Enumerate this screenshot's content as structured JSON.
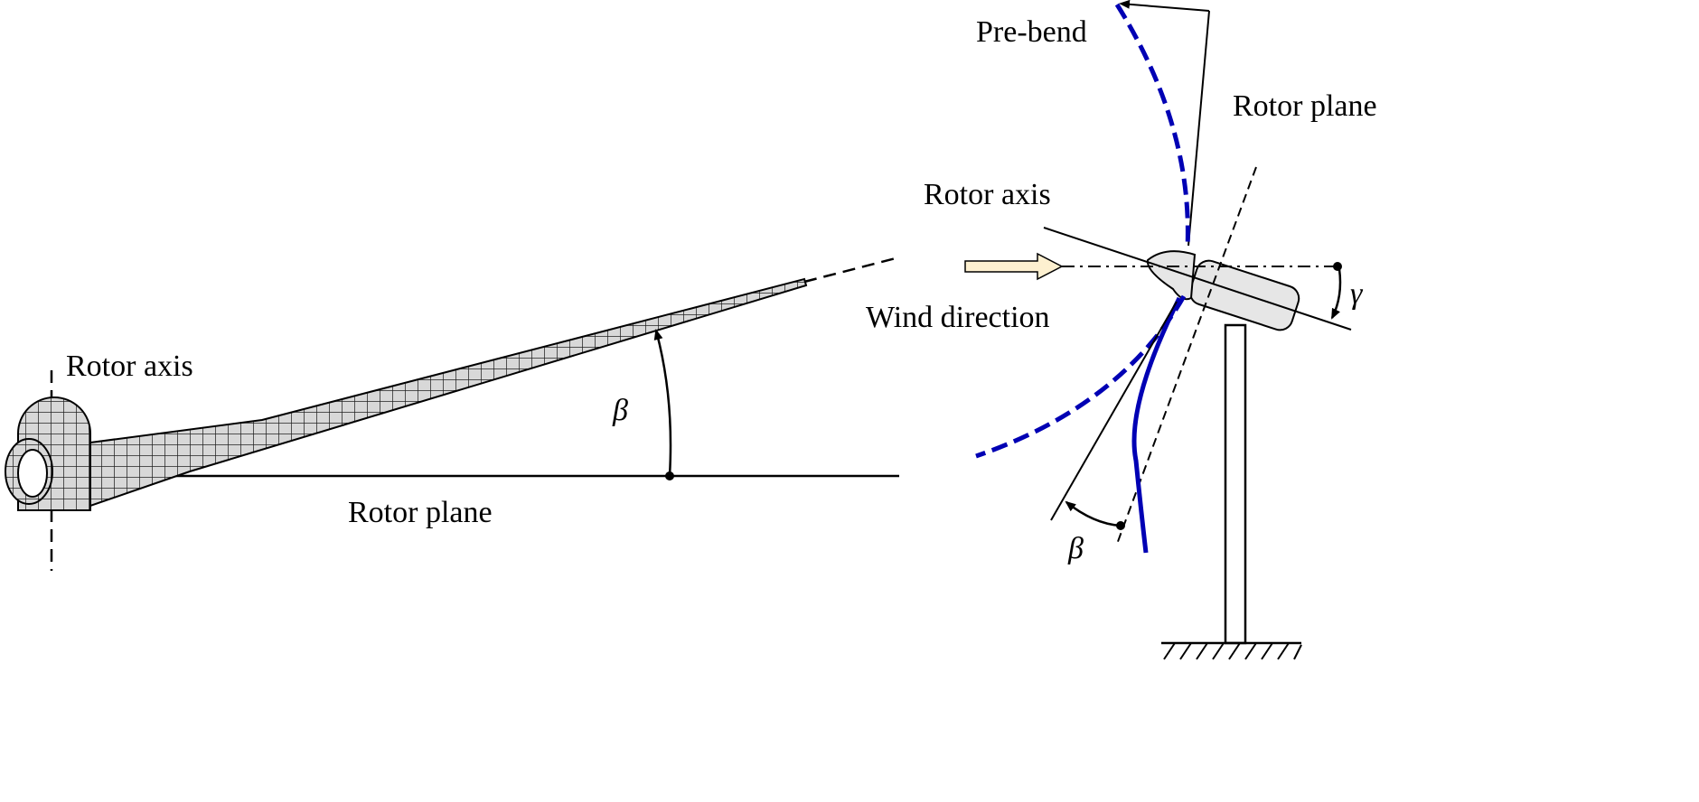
{
  "left_figure": {
    "rotor_axis_label": "Rotor axis",
    "rotor_plane_label": "Rotor plane",
    "angle_label": "β"
  },
  "right_figure": {
    "pre_bend_label": "Pre-bend",
    "rotor_plane_label": "Rotor plane",
    "rotor_axis_label": "Rotor axis",
    "wind_direction_label": "Wind direction",
    "tilt_angle_label": "γ",
    "cone_angle_label": "β"
  },
  "colors": {
    "blade_curve": "#0000b4",
    "wind_arrow": "#fdf0d0",
    "nacelle": "#e6e6e6"
  }
}
